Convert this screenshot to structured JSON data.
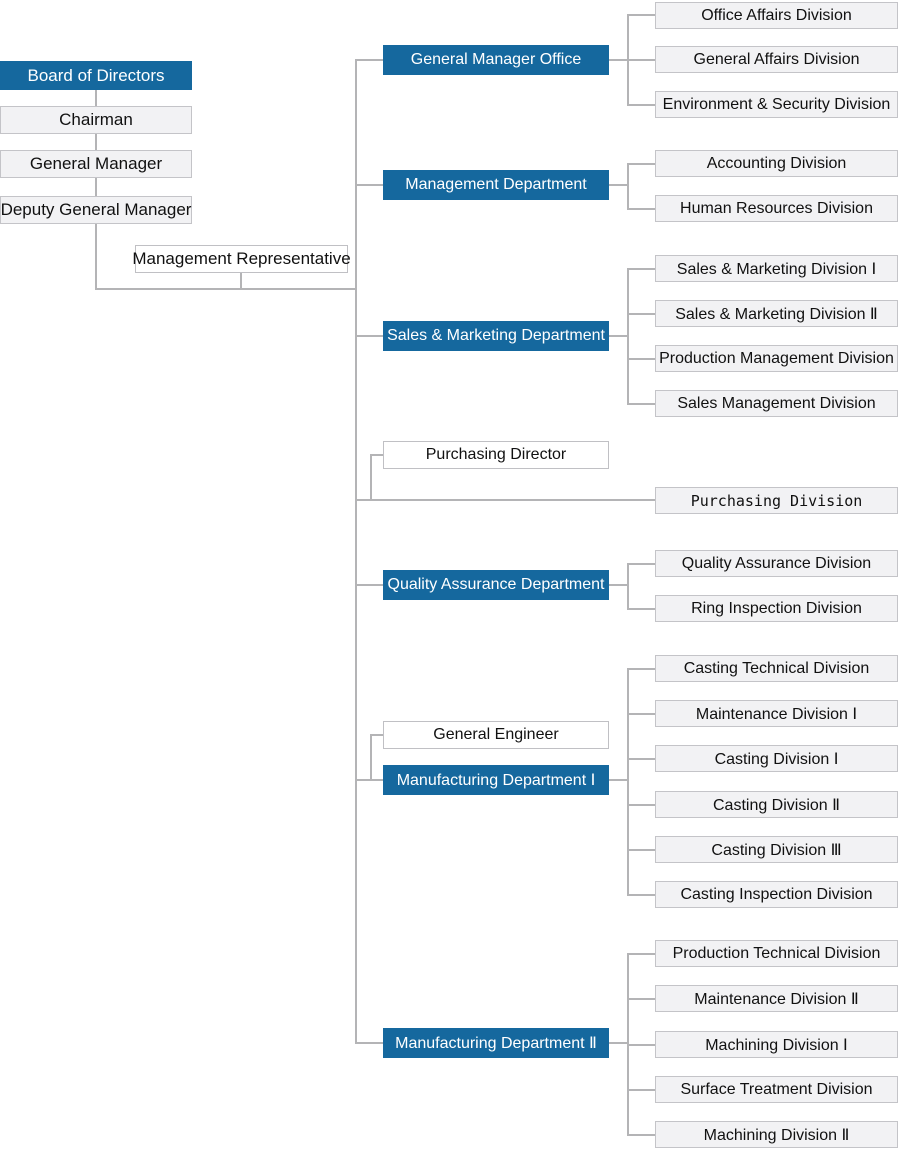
{
  "colors": {
    "department_fill": "#15689E",
    "department_text": "#FFFFFF",
    "division_fill": "#F2F2F4",
    "division_border": "#C4C4C8",
    "staff_fill": "#FFFFFF",
    "connector": "#B4B4B6",
    "text": "#111111"
  },
  "executives": {
    "board": "Board of Directors",
    "chairman": "Chairman",
    "general_manager": "General Manager",
    "deputy_general_manager": "Deputy General Manager",
    "management_representative": "Management Representative"
  },
  "departments": [
    {
      "label": "General Manager Office",
      "divisions": [
        "Office Affairs Division",
        "General Affairs Division",
        "Environment & Security Division"
      ]
    },
    {
      "label": "Management Department",
      "divisions": [
        "Accounting Division",
        "Human Resources Division"
      ]
    },
    {
      "label": "Sales & Marketing Department",
      "divisions": [
        "Sales & Marketing Division Ⅰ",
        "Sales & Marketing Division Ⅱ",
        "Production Management Division",
        "Sales Management Division"
      ]
    },
    {
      "label": "Purchasing Director",
      "divisions": [
        "Purchasing Division"
      ]
    },
    {
      "label": "Quality Assurance Department",
      "divisions": [
        "Quality Assurance Division",
        "Ring Inspection Division"
      ]
    },
    {
      "label": "General Engineer",
      "divisions": []
    },
    {
      "label": "Manufacturing Department Ⅰ",
      "divisions": [
        "Casting Technical Division",
        "Maintenance Division Ⅰ",
        "Casting Division Ⅰ",
        "Casting Division Ⅱ",
        "Casting Division Ⅲ",
        "Casting Inspection Division"
      ]
    },
    {
      "label": "Manufacturing Department Ⅱ",
      "divisions": [
        "Production Technical Division",
        "Maintenance Division Ⅱ",
        "Machining Division Ⅰ",
        "Surface Treatment Division",
        "Machining Division Ⅱ"
      ]
    }
  ]
}
